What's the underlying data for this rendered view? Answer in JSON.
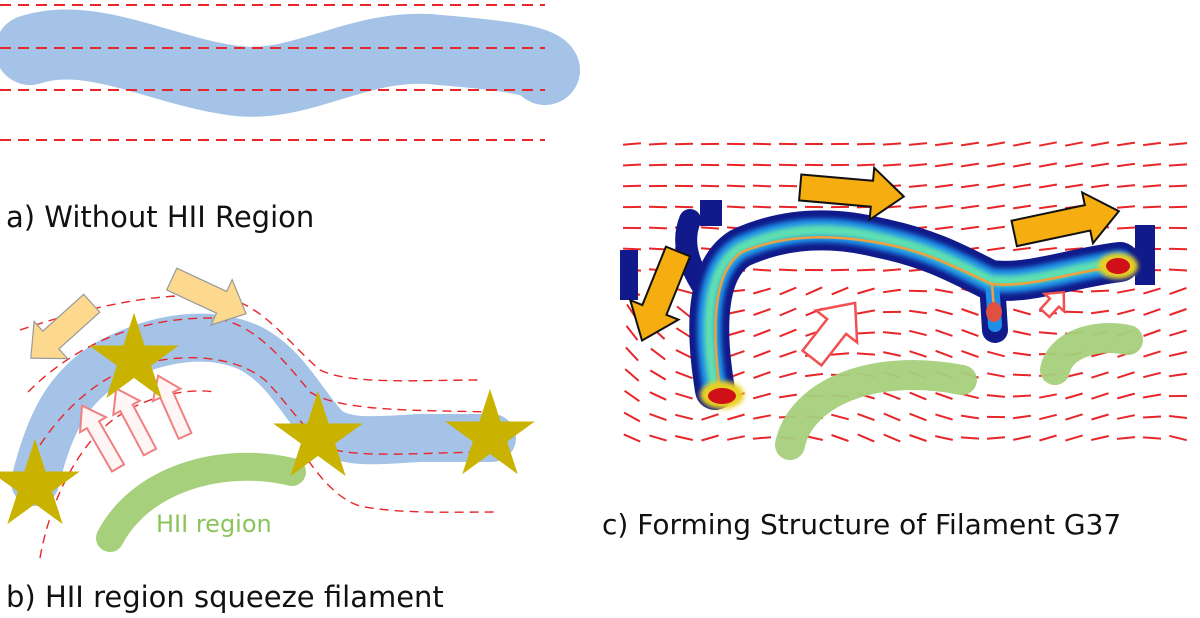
{
  "panels": {
    "a": {
      "caption": "a) Without HII Region"
    },
    "b": {
      "caption": "b) HII region squeeze filament",
      "hii_label": "HII region"
    },
    "c": {
      "caption": "c) Forming Structure of Filament G37"
    }
  },
  "colors": {
    "field_line": "#e8262a",
    "filament": "#a4c3e6",
    "hii_region": "#a6d07c",
    "flow_arrow_light": "#fcd98e",
    "flow_arrow_dark": "#f6ad10",
    "star": "#fff200",
    "pressure_arrow": "#f08080",
    "spine": "#f0a040",
    "clump": "#d01018"
  },
  "icons": {
    "star": "star-icon",
    "flow_arrow": "flow-arrow-icon",
    "pressure_arrow": "pressure-arrow-icon"
  }
}
